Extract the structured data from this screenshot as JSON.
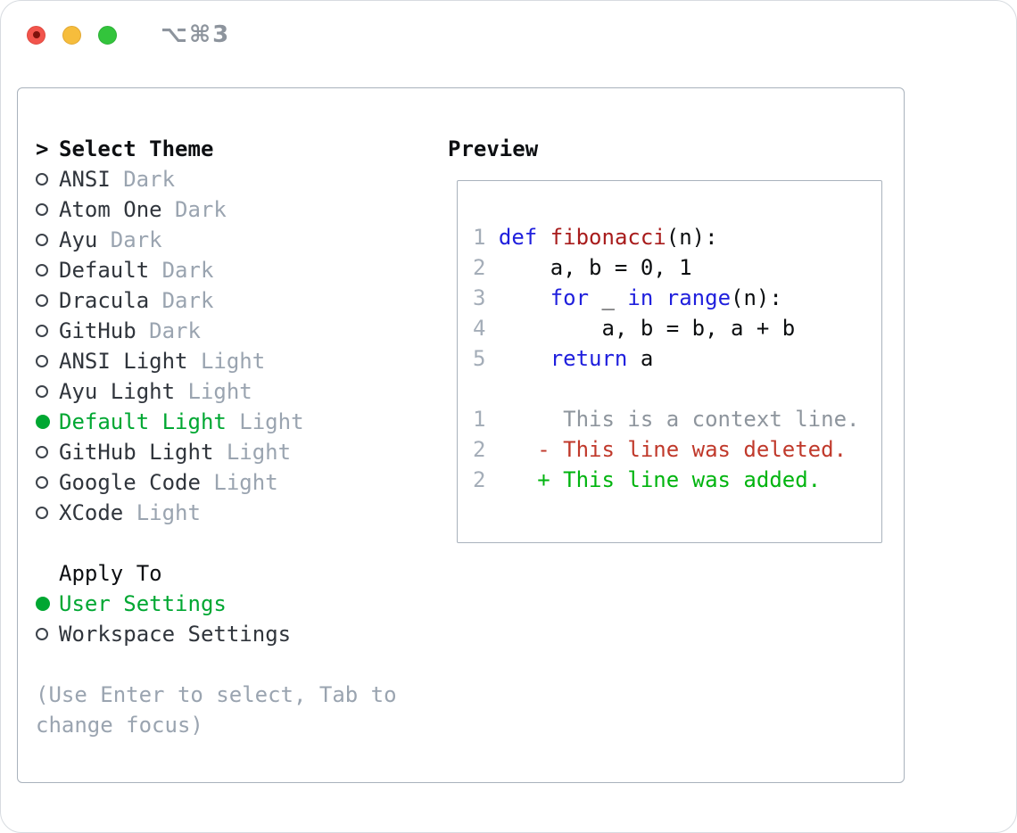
{
  "window": {
    "shortcut": "⌥⌘3",
    "traffic_lights": [
      "close",
      "minimize",
      "zoom"
    ]
  },
  "colors": {
    "accent_green": "#00a732",
    "keyword": "#2020dd",
    "function_name": "#a81c1c",
    "diff_deleted": "#c0392b",
    "diff_added": "#00b40f",
    "muted": "#9aa4b0",
    "context": "#8e959d",
    "line_number": "#a4adb8",
    "text": "#30353c",
    "heading": "#0d0f12",
    "border": "#a9b2bc",
    "shortcut": "#8d949d",
    "traffic_red": "#f2544c",
    "traffic_yellow": "#f6bd3c",
    "traffic_green": "#33c43c"
  },
  "theme_picker": {
    "title_marker": ">",
    "title": "Select Theme",
    "themes": [
      {
        "name": "ANSI",
        "variant": "Dark",
        "selected": false
      },
      {
        "name": "Atom One",
        "variant": "Dark",
        "selected": false
      },
      {
        "name": "Ayu",
        "variant": "Dark",
        "selected": false
      },
      {
        "name": "Default",
        "variant": "Dark",
        "selected": false
      },
      {
        "name": "Dracula",
        "variant": "Dark",
        "selected": false
      },
      {
        "name": "GitHub",
        "variant": "Dark",
        "selected": false
      },
      {
        "name": "ANSI Light",
        "variant": "Light",
        "selected": false
      },
      {
        "name": "Ayu Light",
        "variant": "Light",
        "selected": false
      },
      {
        "name": "Default Light",
        "variant": "Light",
        "selected": true
      },
      {
        "name": "GitHub Light",
        "variant": "Light",
        "selected": false
      },
      {
        "name": "Google Code",
        "variant": "Light",
        "selected": false
      },
      {
        "name": "XCode",
        "variant": "Light",
        "selected": false
      }
    ],
    "apply_to": {
      "title": "Apply To",
      "options": [
        {
          "label": "User Settings",
          "selected": true
        },
        {
          "label": "Workspace Settings",
          "selected": false
        }
      ]
    },
    "hint": "(Use Enter to select, Tab to change focus)"
  },
  "preview": {
    "title": "Preview",
    "lines": [
      {
        "num": "1",
        "tokens": [
          {
            "t": "def",
            "c": "kw"
          },
          {
            "t": " ",
            "c": "plain"
          },
          {
            "t": "fibonacci",
            "c": "fn"
          },
          {
            "t": "(n):",
            "c": "plain"
          }
        ]
      },
      {
        "num": "2",
        "tokens": [
          {
            "t": "    a, b = 0, 1",
            "c": "plain"
          }
        ]
      },
      {
        "num": "3",
        "tokens": [
          {
            "t": "    ",
            "c": "plain"
          },
          {
            "t": "for",
            "c": "kw"
          },
          {
            "t": " _ ",
            "c": "plain"
          },
          {
            "t": "in",
            "c": "kw"
          },
          {
            "t": " ",
            "c": "plain"
          },
          {
            "t": "range",
            "c": "kw"
          },
          {
            "t": "(n):",
            "c": "plain"
          }
        ]
      },
      {
        "num": "4",
        "tokens": [
          {
            "t": "        a, b = b, a + b",
            "c": "plain"
          }
        ]
      },
      {
        "num": "5",
        "tokens": [
          {
            "t": "    ",
            "c": "plain"
          },
          {
            "t": "return",
            "c": "kw"
          },
          {
            "t": " a",
            "c": "plain"
          }
        ]
      },
      {
        "blank": true
      },
      {
        "num": "1",
        "tokens": [
          {
            "t": "     This is a context line.",
            "c": "ctx"
          }
        ]
      },
      {
        "num": "2",
        "tokens": [
          {
            "t": "   - This line was deleted.",
            "c": "del"
          }
        ]
      },
      {
        "num": "2",
        "tokens": [
          {
            "t": "   + This line was added.",
            "c": "add"
          }
        ]
      }
    ]
  }
}
